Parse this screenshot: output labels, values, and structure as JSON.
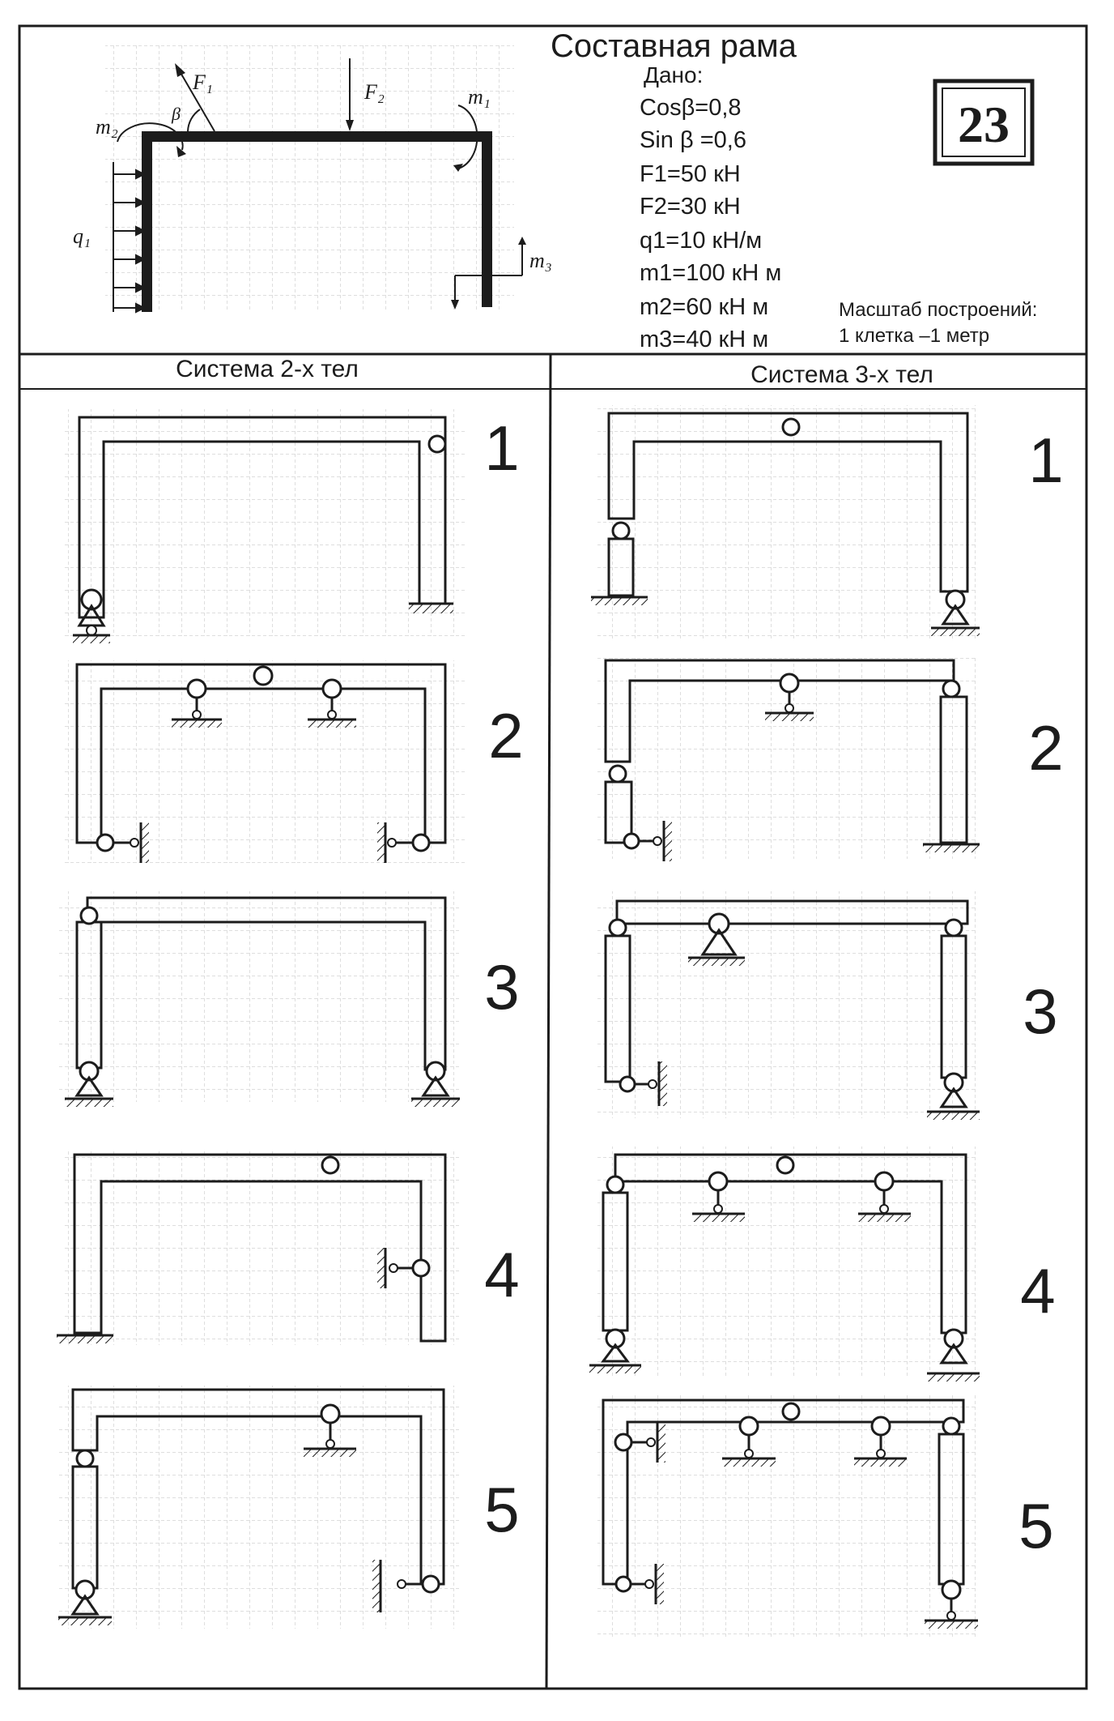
{
  "header": {
    "title": "Составная рама",
    "given_label": "Дано:",
    "given": [
      "Cosβ=0,8",
      "Sin β =0,6",
      "F1=50 кН",
      "F2=30 кН",
      "q1=10 кН/м",
      "m1=100 кН м",
      "m2=60 кН м",
      "m3=40 кН м"
    ],
    "variant": "23",
    "scale_title": "Масштаб построений:",
    "scale_value": "1 клетка –1 метр"
  },
  "main_diagram": {
    "labels": {
      "f1": "F₁",
      "f2": "F₂",
      "m1": "m₁",
      "m2": "m₂",
      "m3": "m₃",
      "q1": "q₁",
      "beta": "β"
    }
  },
  "columns": {
    "left_title": "Система 2-х тел",
    "right_title": "Система 3-х тел"
  },
  "variants": {
    "left": [
      "1",
      "2",
      "3",
      "4",
      "5"
    ],
    "right": [
      "1",
      "2",
      "3",
      "4",
      "5"
    ]
  },
  "colors": {
    "ink": "#1c1c1c",
    "grid": "#b8b8b8",
    "paper": "#ffffff"
  }
}
